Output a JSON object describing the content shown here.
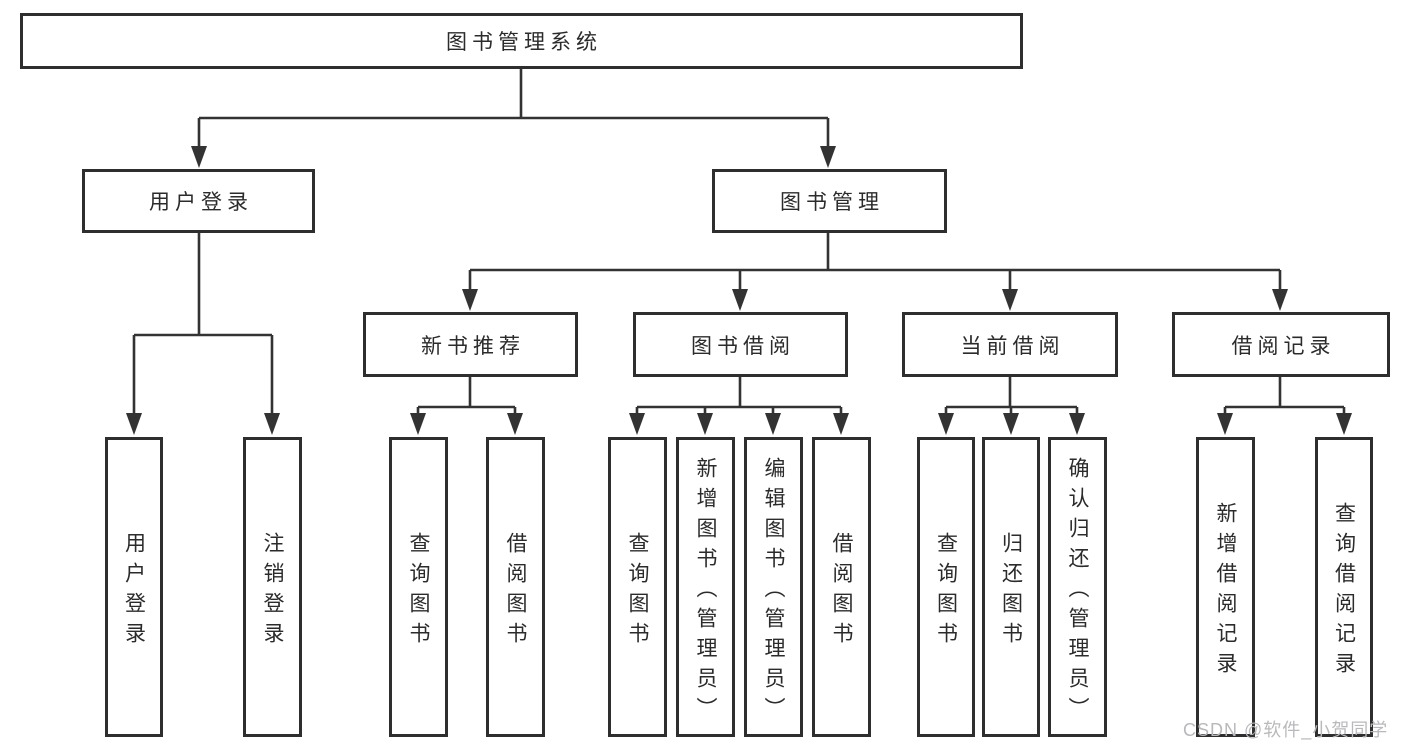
{
  "tree": {
    "root": {
      "label": "图书管理系统",
      "children": [
        {
          "label": "用户登录",
          "children": [
            {
              "label": "用户登录"
            },
            {
              "label": "注销登录"
            }
          ]
        },
        {
          "label": "图书管理",
          "children": [
            {
              "label": "新书推荐",
              "children": [
                {
                  "label": "查询图书"
                },
                {
                  "label": "借阅图书"
                }
              ]
            },
            {
              "label": "图书借阅",
              "children": [
                {
                  "label": "查询图书"
                },
                {
                  "label": "新增图书（管理员）"
                },
                {
                  "label": "编辑图书（管理员）"
                },
                {
                  "label": "借阅图书"
                }
              ]
            },
            {
              "label": "当前借阅",
              "children": [
                {
                  "label": "查询图书"
                },
                {
                  "label": "归还图书"
                },
                {
                  "label": "确认归还（管理员）"
                }
              ]
            },
            {
              "label": "借阅记录",
              "children": [
                {
                  "label": "新增借阅记录"
                },
                {
                  "label": "查询借阅记录"
                }
              ]
            }
          ]
        }
      ]
    }
  },
  "watermark": "CSDN @软件_小贺同学",
  "colors": {
    "line": "#333333",
    "text": "#2b2b2b",
    "watermark": "#b9b9bd",
    "background": "#ffffff"
  }
}
